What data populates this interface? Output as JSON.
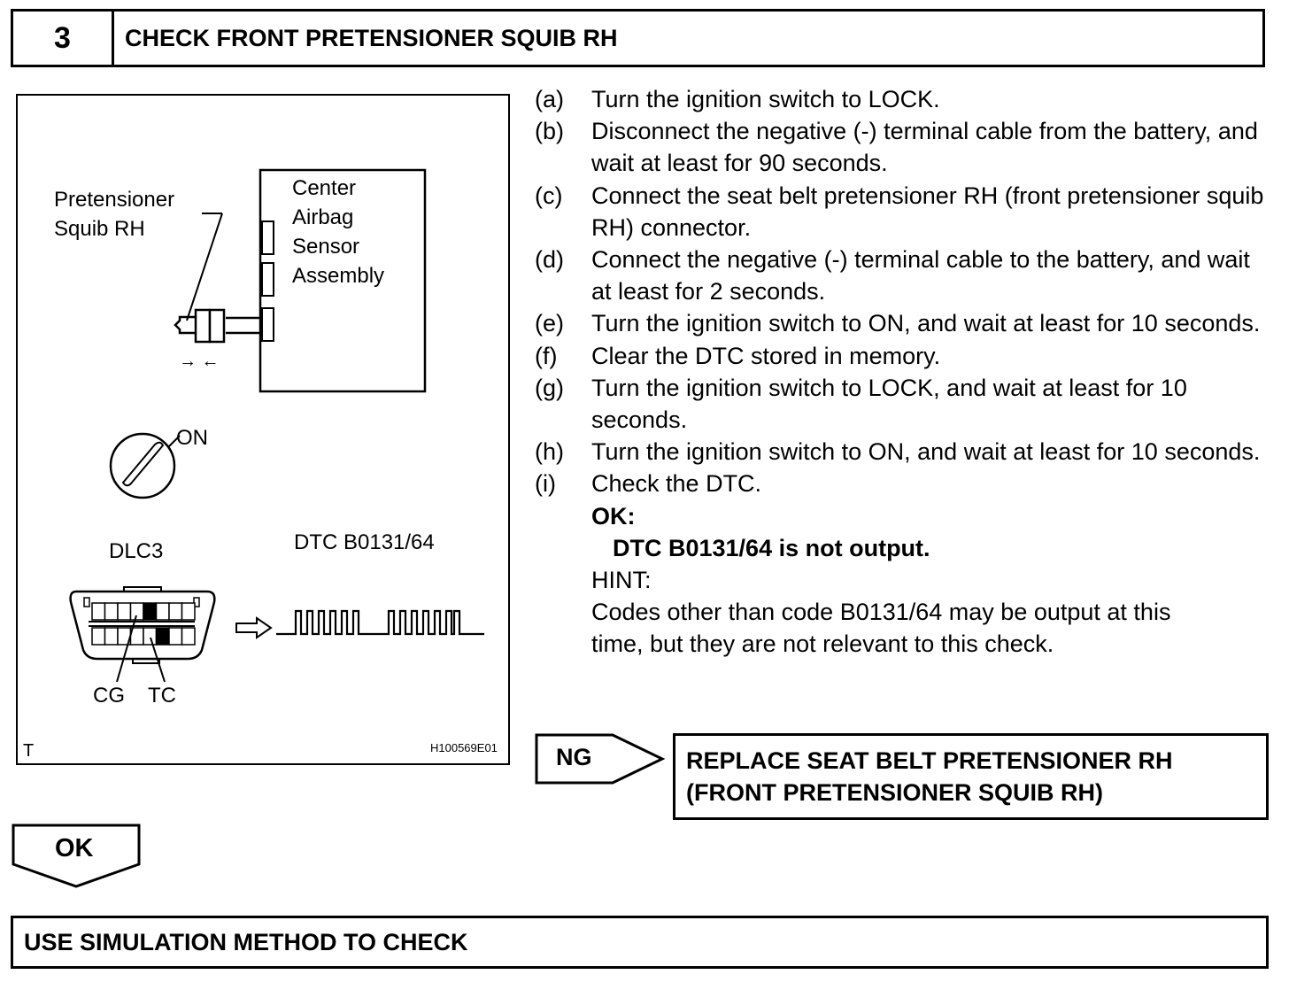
{
  "header": {
    "step_number": "3",
    "title": "CHECK FRONT PRETENSIONER SQUIB RH"
  },
  "figure": {
    "pretensioner_line1": "Pretensioner",
    "pretensioner_line2": "Squib RH",
    "ecu_line1": "Center",
    "ecu_line2": "Airbag",
    "ecu_line3": "Sensor",
    "ecu_line4": "Assembly",
    "arrows": "→ ←",
    "ignition_on": "ON",
    "dlc_label": "DLC3",
    "dtc_label": "DTC B0131/64",
    "cg_label": "CG",
    "tc_label": "TC",
    "corner_mark": "T",
    "figure_id": "H100569E01"
  },
  "steps": [
    {
      "letter": "(a)",
      "text": "Turn the ignition switch to LOCK."
    },
    {
      "letter": "(b)",
      "text": "Disconnect the negative (-) terminal cable from the battery, and wait at least for 90 seconds."
    },
    {
      "letter": "(c)",
      "text": "Connect the seat belt pretensioner RH (front pretensioner squib RH) connector."
    },
    {
      "letter": "(d)",
      "text": "Connect the negative (-) terminal cable to the battery, and wait at least for 2 seconds."
    },
    {
      "letter": "(e)",
      "text": "Turn the ignition switch to ON, and wait at least for 10 seconds."
    },
    {
      "letter": "(f)",
      "text": "Clear the DTC stored in memory."
    },
    {
      "letter": "(g)",
      "text": "Turn the ignition switch to LOCK, and wait at least for 10 seconds."
    },
    {
      "letter": "(h)",
      "text": "Turn the ignition switch to ON, and wait at least for 10 seconds."
    },
    {
      "letter": "(i)",
      "text": "Check the DTC."
    }
  ],
  "result": {
    "ok_label": "OK:",
    "ok_text": "DTC B0131/64 is not output.",
    "hint_label": "HINT:",
    "hint_text": "Codes other than code B0131/64 may be output at this time, but they are not relevant to this check."
  },
  "ng_branch": {
    "tag": "NG",
    "action_line1": "REPLACE SEAT BELT PRETENSIONER RH",
    "action_line2": "(FRONT PRETENSIONER SQUIB RH)"
  },
  "ok_branch": {
    "tag": "OK"
  },
  "next_step": {
    "title": "USE SIMULATION METHOD TO CHECK"
  }
}
